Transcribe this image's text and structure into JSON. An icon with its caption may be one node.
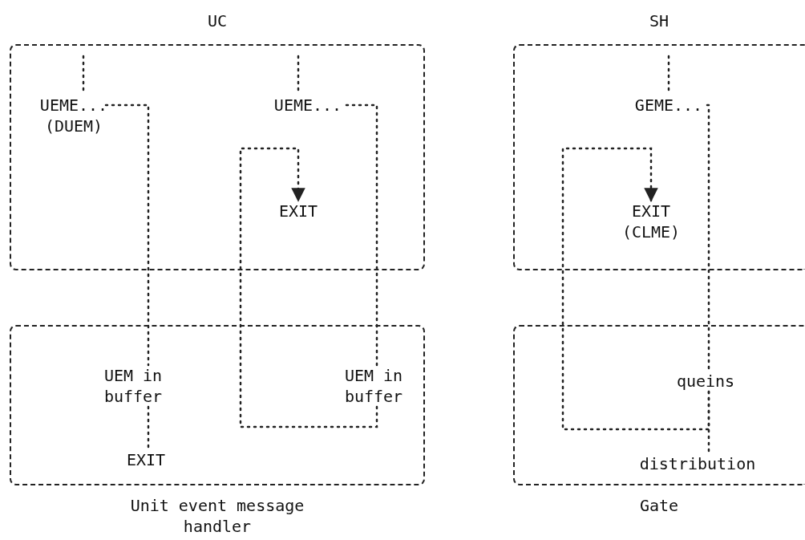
{
  "diagram": {
    "nodes": [
      {
        "text": [
          "UC"
        ]
      },
      {
        "text": [
          "UEME... (DUEM)"
        ],
        "in": 0
      },
      {
        "text": [
          "UEME..."
        ],
        "in": 0
      },
      {
        "text": [
          "EXIT"
        ],
        "in": 0
      },
      {
        "text": [
          "Unit event message handler"
        ]
      },
      {
        "text": [
          "UEM in buffer"
        ],
        "in": 4
      },
      {
        "text": [
          "EXIT"
        ],
        "in": 4
      },
      {
        "text": [
          "UEM in buffer"
        ],
        "in": 4
      },
      {
        "text": [
          "SH"
        ]
      },
      {
        "text": [
          "GEME..."
        ],
        "in": 8
      },
      {
        "text": [
          "EXIT (CLME)"
        ],
        "in": 8
      },
      {
        "text": [
          "Gate"
        ]
      },
      {
        "text": [
          "queins"
        ],
        "in": 11
      },
      {
        "text": [
          "distribution"
        ],
        "in": 11
      }
    ],
    "edges": [
      {
        "from": null,
        "to": 1,
        "arrow": "none",
        "style": "dashed"
      },
      {
        "from": 1,
        "to": 5,
        "arrow": "none",
        "style": "dashed"
      },
      {
        "from": 5,
        "to": 6,
        "arrow": "none",
        "style": "dashed"
      },
      {
        "from": null,
        "to": 2,
        "arrow": "none",
        "style": "dashed"
      },
      {
        "from": 2,
        "to": 7,
        "arrow": "none",
        "style": "dashed"
      },
      {
        "from": 7,
        "to": 3,
        "arrow": "to",
        "style": "dashed"
      },
      {
        "from": null,
        "to": 9,
        "arrow": "none",
        "style": "dashed"
      },
      {
        "from": 9,
        "to": 12,
        "arrow": "none",
        "style": "dashed"
      },
      {
        "from": 12,
        "to": 10,
        "arrow": "to",
        "style": "dashed"
      },
      {
        "from": 12,
        "to": 13,
        "arrow": "none",
        "style": "dashed"
      }
    ]
  }
}
